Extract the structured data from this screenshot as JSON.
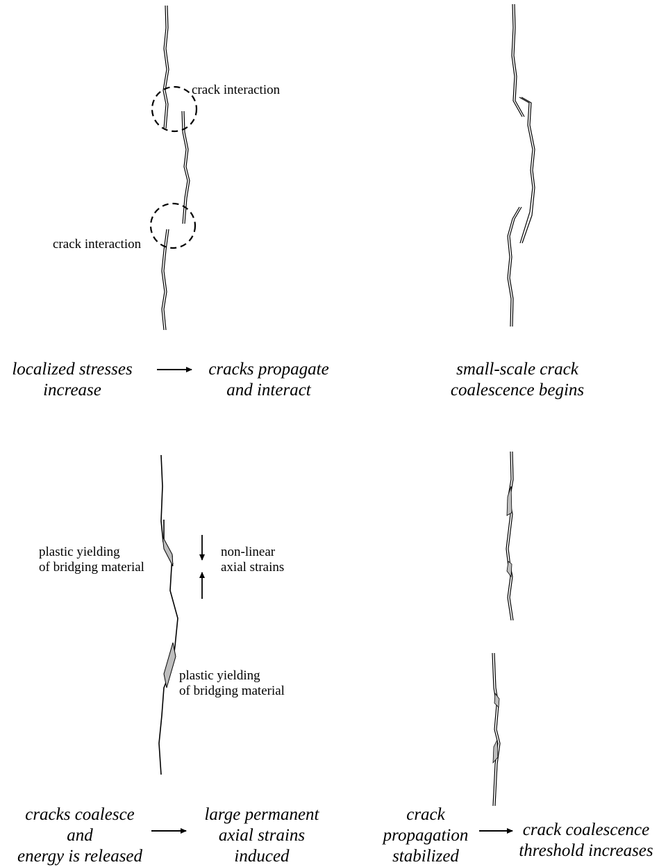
{
  "panel_top_left": {
    "annotation_1": "crack interaction",
    "annotation_2": "crack interaction",
    "caption_start": [
      "localized stresses",
      "increase"
    ],
    "caption_end": [
      "cracks propagate",
      "and interact"
    ]
  },
  "panel_top_right": {
    "caption": [
      "small-scale crack",
      "coalescence begins"
    ]
  },
  "panel_bottom_left": {
    "annotation_yield_1": [
      "plastic yielding",
      "of bridging material"
    ],
    "annotation_strain": [
      "non-linear",
      "axial strains"
    ],
    "annotation_yield_2": [
      "plastic yielding",
      "of bridging material"
    ],
    "caption_start": [
      "cracks coalesce",
      "and",
      "energy is released"
    ],
    "caption_end": [
      "large permanent",
      "axial strains",
      "induced"
    ]
  },
  "panel_bottom_right": {
    "caption_start": [
      "crack",
      "propagation",
      "stabilized"
    ],
    "caption_end": [
      "crack coalescence",
      "threshold increases"
    ]
  },
  "colors": {
    "line": "#000000",
    "yield_fill": "#bdbdbd"
  }
}
